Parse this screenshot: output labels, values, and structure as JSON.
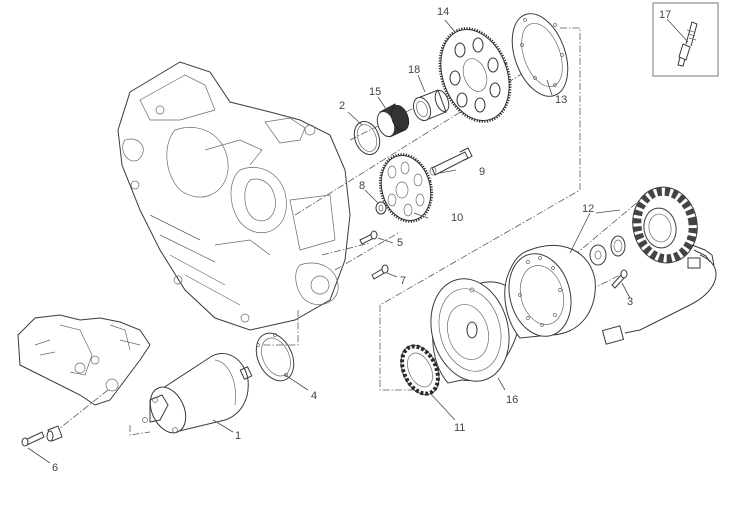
{
  "diagram": {
    "type": "exploded-parts-view",
    "subject": "starter motor / flywheel / alternator assembly",
    "callouts": {
      "c1": "1",
      "c2": "2",
      "c3": "3",
      "c4": "4",
      "c5": "5",
      "c6": "6",
      "c7": "7",
      "c8": "8",
      "c9": "9",
      "c10": "10",
      "c11": "11",
      "c12": "12",
      "c13": "13",
      "c14": "14",
      "c15": "15",
      "c16": "16",
      "c17": "17",
      "c18": "18"
    },
    "parts": [
      {
        "number": "1",
        "name": "starter motor"
      },
      {
        "number": "2",
        "name": "washer / o-ring"
      },
      {
        "number": "3",
        "name": "screw"
      },
      {
        "number": "4",
        "name": "gasket"
      },
      {
        "number": "5",
        "name": "screw"
      },
      {
        "number": "6",
        "name": "screw with spacer"
      },
      {
        "number": "7",
        "name": "screw"
      },
      {
        "number": "8",
        "name": "washer"
      },
      {
        "number": "9",
        "name": "pin"
      },
      {
        "number": "10",
        "name": "intermediate gear"
      },
      {
        "number": "11",
        "name": "freewheel"
      },
      {
        "number": "12",
        "name": "stator / generator"
      },
      {
        "number": "13",
        "name": "ring flange"
      },
      {
        "number": "14",
        "name": "starter gear"
      },
      {
        "number": "15",
        "name": "needle bearing"
      },
      {
        "number": "16",
        "name": "flywheel"
      },
      {
        "number": "17",
        "name": "spark plug"
      },
      {
        "number": "18",
        "name": "bushing"
      }
    ]
  }
}
